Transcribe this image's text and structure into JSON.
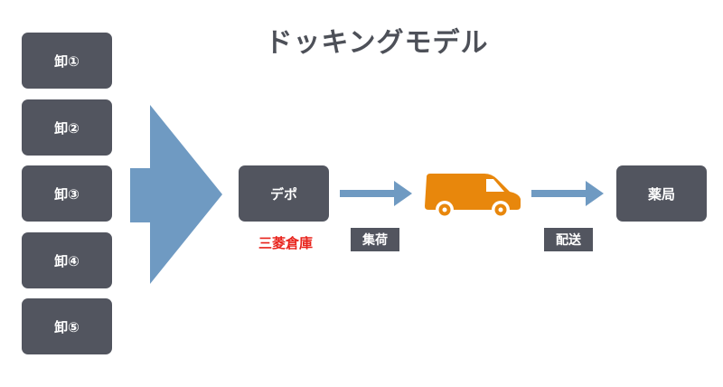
{
  "title": "ドッキングモデル",
  "wholesalers": [
    "卸①",
    "卸②",
    "卸③",
    "卸④",
    "卸⑤"
  ],
  "depot": {
    "label": "デポ",
    "operator": "三菱倉庫"
  },
  "steps": {
    "collect": "集荷",
    "deliver": "配送"
  },
  "pharmacy": "薬局",
  "icons": {
    "truck": "van-icon"
  },
  "colors": {
    "box": "#52555f",
    "arrow": "#6f9ac2",
    "van": "#e8870c",
    "highlight": "#e8231c",
    "title": "#4d5058"
  }
}
